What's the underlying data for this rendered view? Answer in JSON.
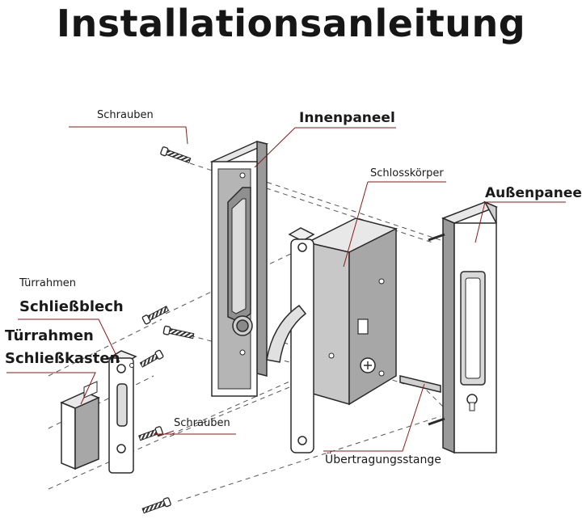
{
  "title": "Installationsanleitung",
  "labels": {
    "schrauben_top": "Schrauben",
    "innenpaneel": "Innenpaneel",
    "schlosskoerper": "Schlosskörper",
    "aussenpaneel": "Außenpaneel",
    "tuerrahmen_small": "Türrahmen",
    "schliessblech": "Schließblech",
    "tuerrahmen_large": "Türrahmen",
    "schliesskasten": "Schließkasten",
    "schrauben_bottom": "Schrauben",
    "uebertragungsstange": "Übertragungsstange"
  },
  "colors": {
    "leader_line": "#8b1a1a",
    "outline": "#2a2a2a",
    "panel_fill": "#b8b8b8",
    "body_fill": "#c4c4c4"
  }
}
